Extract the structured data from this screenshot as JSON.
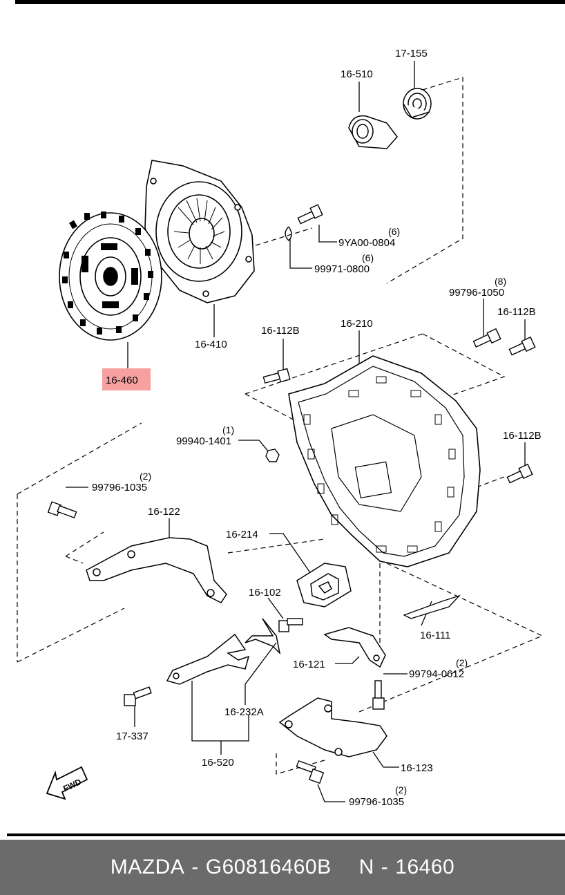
{
  "highlight_color": "#f7a0a0",
  "footer": {
    "brand": "MAZDA",
    "separator": "-",
    "part_number": "G60816460B",
    "ref_prefix": "N",
    "ref_number": "16460"
  },
  "callouts": {
    "c17_155": "17-155",
    "c16_510": "16-510",
    "c9ya00": "9YA00-0804",
    "c9ya00_qty": "(6)",
    "c99971": "99971-0800",
    "c99971_qty": "(6)",
    "c16_410": "16-410",
    "c16_460": "16-460",
    "c99796_1050": "99796-1050",
    "c99796_1050_qty": "(8)",
    "c16_112b_a": "16-112B",
    "c16_112b_b": "16-112B",
    "c16_112b_c": "16-112B",
    "c16_210": "16-210",
    "c99940": "99940-1401",
    "c99940_qty": "(1)",
    "c99796_1035_a": "99796-1035",
    "c99796_1035_a_qty": "(2)",
    "c16_122": "16-122",
    "c16_214": "16-214",
    "c16_102": "16-102",
    "c16_111": "16-111",
    "c16_121": "16-121",
    "c99794": "99794-0612",
    "c99794_qty": "(2)",
    "c17_337": "17-337",
    "c16_232a": "16-232A",
    "c16_520": "16-520",
    "c16_123": "16-123",
    "c99796_1035_b": "99796-1035",
    "c99796_1035_b_qty": "(2)",
    "fwd": "FWD"
  }
}
